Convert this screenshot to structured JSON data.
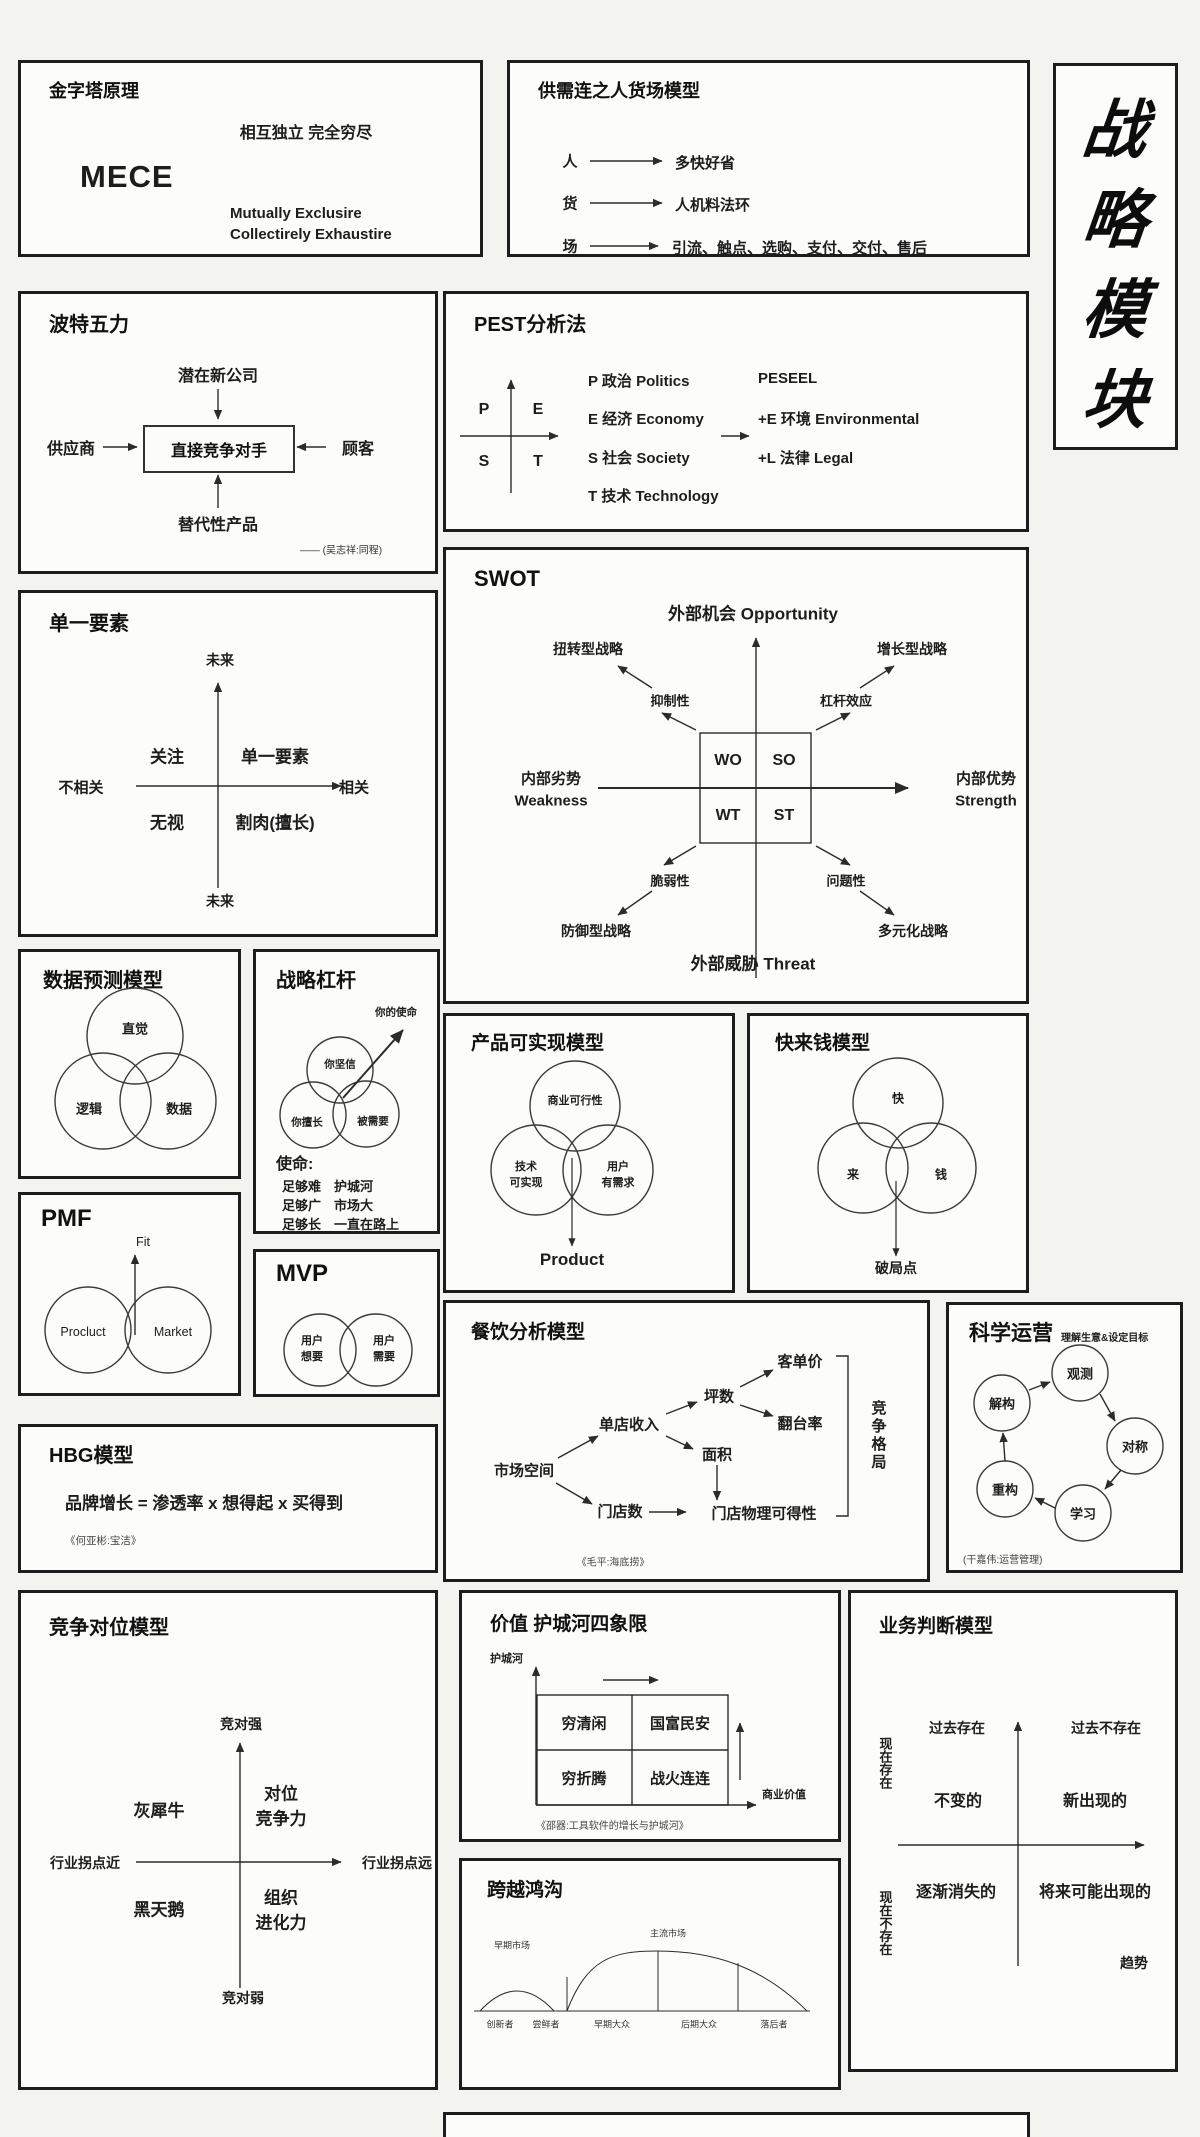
{
  "pyramid": {
    "title": "金字塔原理",
    "subtitle": "相互独立 完全穷尽",
    "acronym": "MECE",
    "en1": "Mutually Exclusire",
    "en2": "Collectirely Exhaustire"
  },
  "supply": {
    "title": "供需连之人货场模型",
    "rows": [
      {
        "k": "人",
        "v": "多快好省"
      },
      {
        "k": "货",
        "v": "人机料法环"
      },
      {
        "k": "场",
        "v": "引流、触点、选购、支付、交付、售后"
      }
    ]
  },
  "banner": {
    "chars": [
      "战",
      "略",
      "模",
      "块"
    ]
  },
  "porter": {
    "title": "波特五力",
    "top": "潜在新公司",
    "left": "供应商",
    "center": "直接竞争对手",
    "right": "顾客",
    "bottom": "替代性产品",
    "source": "—— (吴志祥:同程)"
  },
  "pest": {
    "title": "PEST分析法",
    "quad": [
      "P",
      "E",
      "S",
      "T"
    ],
    "items": [
      "P 政治  Politics",
      "E 经济  Economy",
      "S 社会  Society",
      "T 技术  Technology"
    ],
    "extra_title": "PESEEL",
    "extras": [
      "+E 环境  Environmental",
      "+L 法律  Legal"
    ]
  },
  "swot": {
    "title": "SWOT",
    "top": "外部机会 Opportunity",
    "bottom": "外部威胁 Threat",
    "left1": "内部劣势",
    "left2": "Weakness",
    "right1": "内部优势",
    "right2": "Strength",
    "cells": [
      "WO",
      "SO",
      "WT",
      "ST"
    ],
    "tl_outer": "扭转型战略",
    "tl_inner": "抑制性",
    "tr_outer": "增长型战略",
    "tr_inner": "杠杆效应",
    "bl_inner": "脆弱性",
    "bl_outer": "防御型战略",
    "br_inner": "问题性",
    "br_outer": "多元化战略"
  },
  "single": {
    "title": "单一要素",
    "axis_top": "未来",
    "axis_bottom": "未来",
    "axis_left": "不相关",
    "axis_right": "相关",
    "q_tl": "关注",
    "q_tr": "单一要素",
    "q_bl": "无视",
    "q_br": "割肉(擅长)"
  },
  "predict": {
    "title": "数据预测模型",
    "top": "直觉",
    "bl": "逻辑",
    "br": "数据"
  },
  "lever": {
    "title": "战略杠杆",
    "top": "你坚信",
    "bl": "你擅长",
    "br": "被需要",
    "arrow_label": "你的使命",
    "mission_title": "使命:",
    "lines": [
      {
        "k": "足够难",
        "v": "护城河"
      },
      {
        "k": "足够广",
        "v": "市场大"
      },
      {
        "k": "足够长",
        "v": "一直在路上"
      }
    ]
  },
  "pmf": {
    "title": "PMF",
    "fit": "Fit",
    "left": "Procluct",
    "right": "Market"
  },
  "mvp": {
    "title": "MVP",
    "left1": "用户",
    "left2": "想要",
    "right1": "用户",
    "right2": "需要"
  },
  "product": {
    "title": "产品可实现模型",
    "top": "商业可行性",
    "bl1": "技术",
    "bl2": "可实现",
    "br1": "用户",
    "br2": "有需求",
    "result": "Product"
  },
  "money": {
    "title": "快来钱模型",
    "top": "快",
    "bl": "来",
    "br": "钱",
    "result": "破局点"
  },
  "restaurant": {
    "title": "餐饮分析模型",
    "nodes": {
      "market": "市场空间",
      "store_rev": "单店收入",
      "store_cnt": "门店数",
      "ping": "坪数",
      "area": "面积",
      "price": "客单价",
      "turn": "翻台率",
      "avail": "门店物理可得性"
    },
    "bracket": "竞争格局",
    "source": "《毛平:海底捞》"
  },
  "ops": {
    "title": "科学运营",
    "subtitle": "理解生意&设定目标",
    "nodes": [
      "解构",
      "观测",
      "对称",
      "学习",
      "重构"
    ],
    "source": "(干嘉伟:运营管理)"
  },
  "hbg": {
    "title": "HBG模型",
    "formula": "品牌增长 = 渗透率 x 想得起 x 买得到",
    "source": "《何亚彬:宝洁》"
  },
  "versus": {
    "title": "竞争对位模型",
    "axis_top": "竞对强",
    "axis_bottom": "竞对弱",
    "axis_left": "行业拐点近",
    "axis_right": "行业拐点远",
    "q_tl": "灰犀牛",
    "q_tr1": "对位",
    "q_tr2": "竞争力",
    "q_bl": "黑天鹅",
    "q_br1": "组织",
    "q_br2": "进化力"
  },
  "moat": {
    "title": "价值 护城河四象限",
    "y_label": "护城河",
    "x_label": "商业价值",
    "cells": [
      "穷清闲",
      "国富民安",
      "穷折腾",
      "战火连连"
    ],
    "source": "《邵器:工具软件的增长与护城河》"
  },
  "judge": {
    "title": "业务判断模型",
    "left_top": "现在存在",
    "left_bottom": "现在不存在",
    "top_left": "过去存在",
    "top_right": "过去不存在",
    "q_tl": "不变的",
    "q_tr": "新出现的",
    "q_bl": "逐渐消失的",
    "q_br": "将来可能出现的",
    "trend": "趋势"
  },
  "chasm": {
    "title": "跨越鸿沟",
    "early": "早期市场",
    "main": "主流市场",
    "labels": [
      "创新者",
      "尝鲜者",
      "早期大众",
      "后期大众",
      "落后者"
    ]
  }
}
